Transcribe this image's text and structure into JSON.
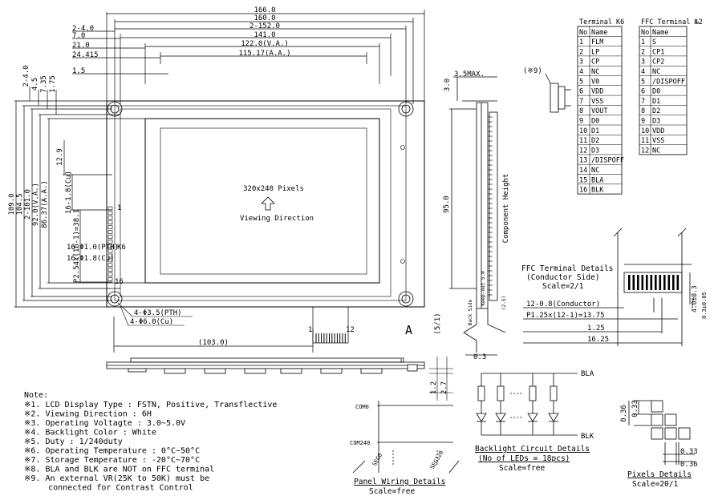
{
  "top_dims": [
    "166.0",
    "160.0",
    "2-152.0",
    "141.0",
    "122.0(V.A.)",
    "115.17(A.A.)"
  ],
  "top_left_dims": [
    "2-4.0",
    "7.0",
    "21.0",
    "24.415",
    "1.5"
  ],
  "left_dims": [
    "109.0",
    "104.5",
    "2-101.0",
    "92.0(V.A.)",
    "86.37(A.A.)",
    "2-4.0",
    "4.5",
    "7.35",
    "1.75",
    "12.9",
    "16-1.8(Cu)",
    "P2.54x(16-1)=38.1",
    "16-Φ1.0(PTH)",
    "16-Φ1.8(Cu)"
  ],
  "lcd_center": {
    "pixels": "320x240 Pixels",
    "viewing": "Viewing Direction"
  },
  "connector_labels": {
    "k6": "K6",
    "pin1": "1",
    "pin16": "16"
  },
  "hole_labels": [
    "4-Φ3.5(PTH)",
    "4-Φ6.0(Cu)"
  ],
  "bottom_dim": "(103.0)",
  "fpc_pins": {
    "left": "1",
    "right": "12"
  },
  "section_a": "A",
  "section_a_ratio": "(5/1)",
  "side_dims": {
    "top": "3.5MAX.",
    "top_right": "3.0",
    "height": "95.0",
    "component": "Component Height",
    "bottom": "0.3",
    "prohibit": "Keep-out 5.0",
    "backside": "Back Side",
    "a_thk": "(2.5)"
  },
  "bottom_view_dims": [
    "1.2",
    "2.7"
  ],
  "fpc_details": {
    "title": "FFC Terminal Details",
    "subtitle": "(Conductor Side)",
    "scale": "Scale=2/1",
    "dims": [
      "12-0.8(Conductor)",
      "P1.25x(12-1)=13.75",
      "1.25",
      "16.25"
    ],
    "side_dims": [
      "4.0±0.3",
      "0.3±0.05"
    ]
  },
  "flm_note": "(※9)",
  "terminal_k6": {
    "title": "Terminal K6",
    "headers": [
      "No",
      "Name"
    ],
    "rows": [
      [
        "1",
        "FLM"
      ],
      [
        "2",
        "LP"
      ],
      [
        "3",
        "CP"
      ],
      [
        "4",
        "NC"
      ],
      [
        "5",
        "V0"
      ],
      [
        "6",
        "VDD"
      ],
      [
        "7",
        "VSS"
      ],
      [
        "8",
        "VOUT"
      ],
      [
        "9",
        "D0"
      ],
      [
        "10",
        "D1"
      ],
      [
        "11",
        "D2"
      ],
      [
        "12",
        "D3"
      ],
      [
        "13",
        "/DISPOFF"
      ],
      [
        "14",
        "NC"
      ],
      [
        "15",
        "BLA"
      ],
      [
        "16",
        "BLK"
      ]
    ]
  },
  "ffc_terminal": {
    "title": "FFC Terminal №2",
    "headers": [
      "No",
      "Name"
    ],
    "rows": [
      [
        "1",
        "S"
      ],
      [
        "2",
        "CP1"
      ],
      [
        "3",
        "CP2"
      ],
      [
        "4",
        "NC"
      ],
      [
        "5",
        "/DISPOFF"
      ],
      [
        "6",
        "D0"
      ],
      [
        "7",
        "D1"
      ],
      [
        "8",
        "D2"
      ],
      [
        "9",
        "D3"
      ],
      [
        "10",
        "VDD"
      ],
      [
        "11",
        "VSS"
      ],
      [
        "12",
        "NC"
      ]
    ]
  },
  "notes": {
    "title": "Note:",
    "items": [
      "※1. LCD Display Type : FSTN, Positive, Transflective",
      "※2. Viewing Direction : 6H",
      "※3. Operating Voltagte : 3.0~5.0V",
      "※4. Backlight Color : White",
      "※5. Duty : 1/240duty",
      "※6. Operating Temperature : 0°C~50°C",
      "※7. Storage Temperature : -20°C~70°C",
      "※8. BLA and BLK are NOT on FFC terminal",
      "※9. An external VR(25K to 50K) must be",
      "     connected for Contrast Control"
    ]
  },
  "panel_wiring": {
    "com0": "COM0",
    "com240": "COM240",
    "seg0": "SEG0",
    "seg320": "SEG320",
    "title": "Panel Wiring Details",
    "scale": "Scale=free"
  },
  "backlight": {
    "bla": "BLA",
    "blk": "BLK",
    "title": "Backlight Circuit Details",
    "subtitle": "(No of LEDs = 18pcs)",
    "scale": "Scale=free"
  },
  "pixels": {
    "dims": [
      "0.36",
      "0.33",
      "0.33",
      "0.36"
    ],
    "title": "Pixels Details",
    "scale": "Scale=20/1"
  }
}
